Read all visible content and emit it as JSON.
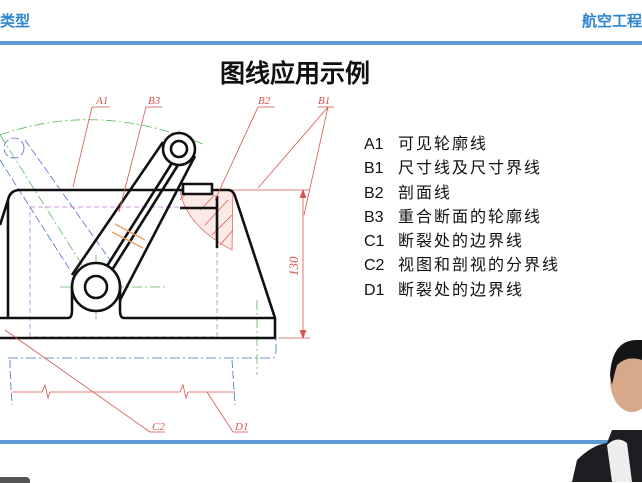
{
  "header": {
    "left": "类型",
    "right": "航空工程"
  },
  "title": "图线应用示例",
  "drawing": {
    "labels": {
      "A1": "A1",
      "B1": "B1",
      "B2": "B2",
      "B3": "B3",
      "C2": "C2",
      "D1": "D1"
    },
    "dimension": "130"
  },
  "legend": [
    {
      "code": "A1",
      "text": "可见轮廓线"
    },
    {
      "code": "B1",
      "text": "尺寸线及尺寸界线"
    },
    {
      "code": "B2",
      "text": "剖面线"
    },
    {
      "code": "B3",
      "text": "重合断面的轮廓线"
    },
    {
      "code": "C1",
      "text": "断裂处的边界线"
    },
    {
      "code": "C2",
      "text": "视图和剖视的分界线"
    },
    {
      "code": "D1",
      "text": "断裂处的边界线"
    }
  ],
  "colors": {
    "accent": "#5b9bd5",
    "header_text": "#2f86cf",
    "annotation": "#d9534f"
  }
}
